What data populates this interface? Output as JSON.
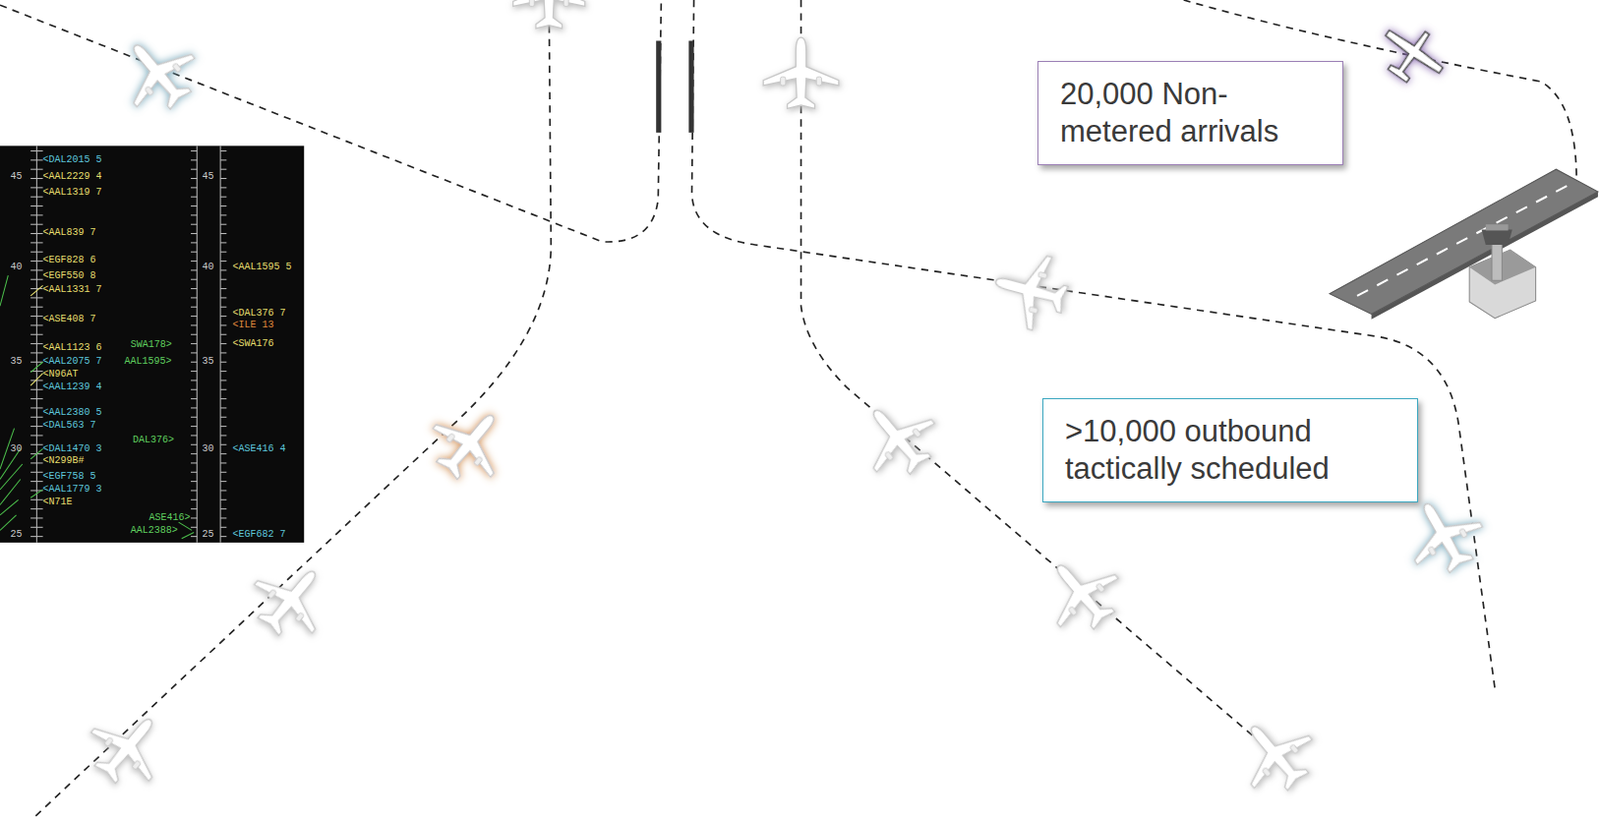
{
  "diagram": {
    "nodes": [
      {
        "text": [
          "20,000 Non-metered arrivals"
        ]
      },
      {
        "text": [
          ">10,000 outbound tactically scheduled"
        ]
      }
    ],
    "labels": [
      "45",
      "40",
      "35",
      "30",
      "25",
      "45",
      "40",
      "35",
      "30",
      "25",
      "<DAL2015 5",
      "<AAL2229 4",
      "<AAL1319 7",
      "<AAL839 7",
      "<EGF828 6",
      "<EGF550 8",
      "<AAL1331 7",
      "<ASE408 7",
      "<AAL1123 6",
      "<AAL2075 7",
      "<N96AT",
      "<AAL1239 4",
      "<AAL2380 5",
      "<DAL563 7",
      "<DAL1470 3",
      "<N299B#",
      "<EGF758 5",
      "<AAL1779 3",
      "<N71E",
      "SWA178>",
      "AAL1595>",
      "DAL376>",
      "ASE416>",
      "AAL2388>",
      "<AAL1595 5",
      "<DAL376 7",
      "<ILE 13",
      "<SWA176",
      "<ASE416 4",
      "<EGF682 7"
    ]
  }
}
